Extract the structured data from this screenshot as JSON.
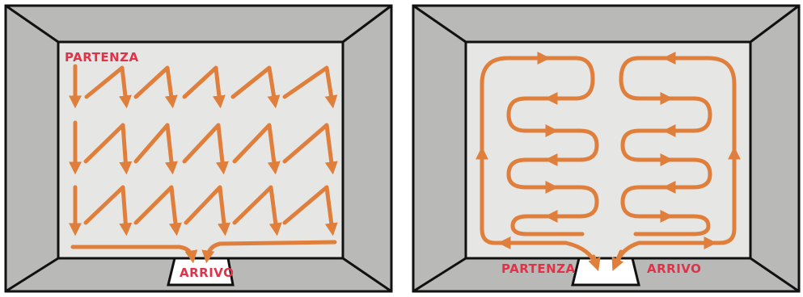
{
  "colors": {
    "wall": "#b9b9b7",
    "floor": "#e6e6e4",
    "outline": "#111111",
    "path": "#e07f3c",
    "label": "#e0334a",
    "door": "#ffffff"
  },
  "panels": [
    {
      "start_label": "PARTENZA",
      "end_label": "ARRIVO",
      "pattern": "zigzag-rows"
    },
    {
      "start_label": "PARTENZA",
      "end_label": "ARRIVO",
      "pattern": "serpentine-loops"
    }
  ]
}
